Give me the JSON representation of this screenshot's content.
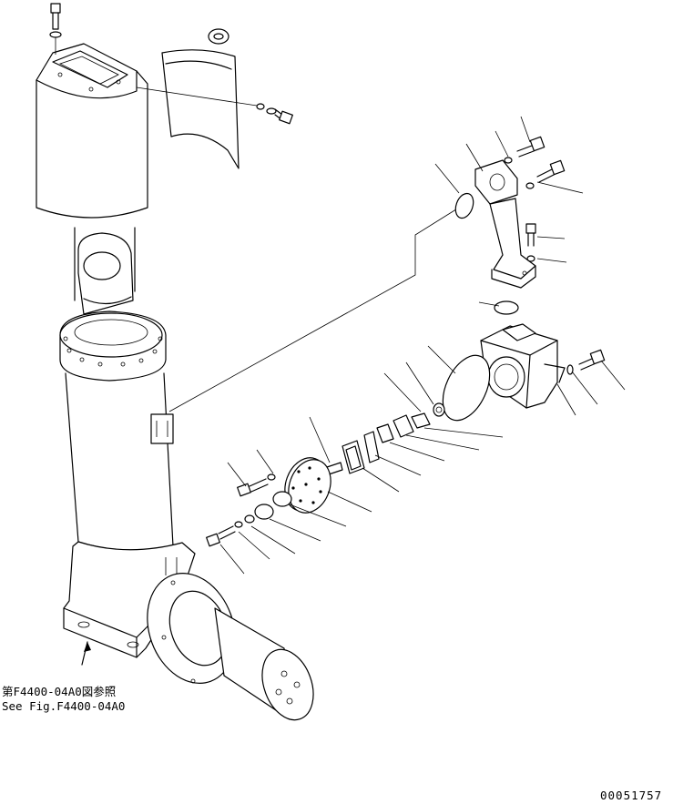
{
  "reference_note": {
    "line1": "第F4400-04A0図参照",
    "line2": "See Fig.F4400-04A0"
  },
  "drawing_number": "00051757"
}
